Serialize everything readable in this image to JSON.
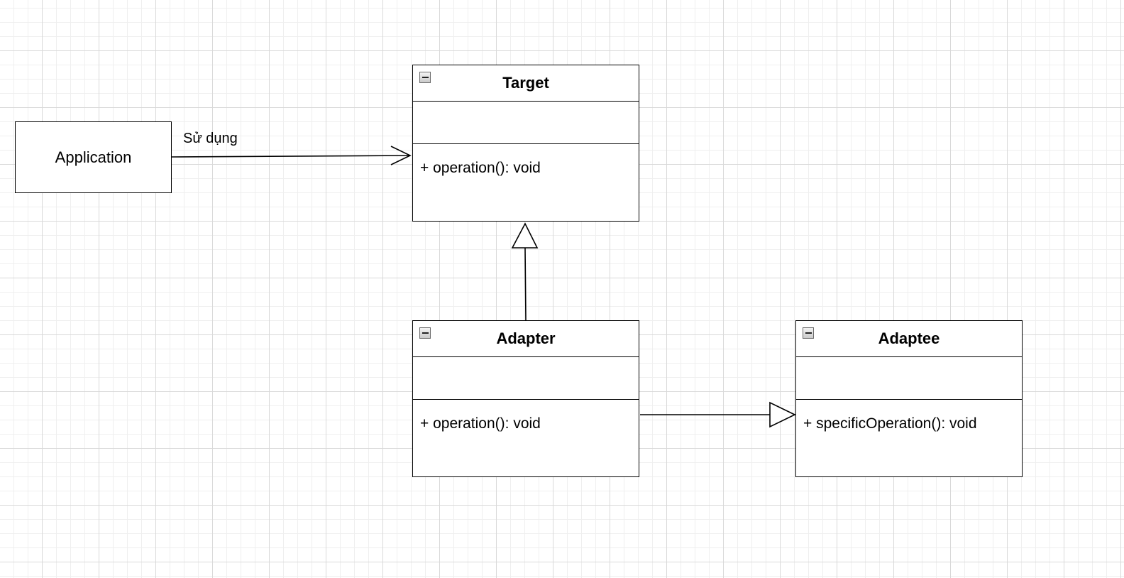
{
  "diagram": {
    "application": {
      "label": "Application"
    },
    "uses_label": "Sử dụng",
    "target": {
      "name": "Target",
      "operations": [
        "+ operation(): void"
      ]
    },
    "adapter": {
      "name": "Adapter",
      "operations": [
        "+ operation(): void"
      ]
    },
    "adaptee": {
      "name": "Adaptee",
      "operations": [
        "+ specificOperation(): void"
      ]
    }
  },
  "colors": {
    "stroke": "#000000",
    "grid_major": "#d9d9d9",
    "grid_minor": "#efefef"
  }
}
